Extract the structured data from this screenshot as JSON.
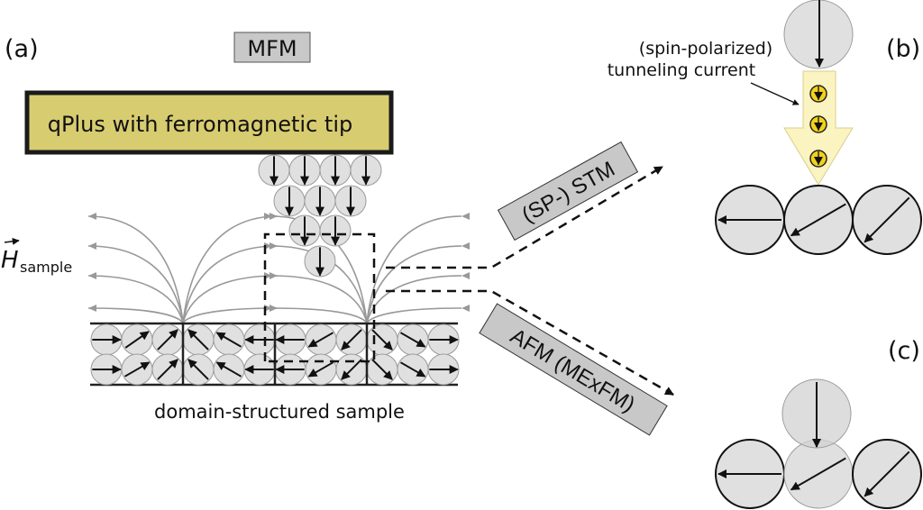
{
  "panels": {
    "a": "(a)",
    "b": "(b)",
    "c": "(c)"
  },
  "labels": {
    "mfm": "MFM",
    "cantilever": "qPlus with ferromagnetic tip",
    "field_symbol": "H",
    "field_subscript": "sample",
    "sample": "domain-structured sample",
    "stm": "(SP-) STM",
    "afm": "AFM (MExFM)",
    "current_line1": "(spin-polarized)",
    "current_line2": "tunneling current"
  },
  "colors": {
    "cantilever_fill": "#d8cc70",
    "label_box_fill": "#c8c8c8",
    "atom_fill": "#e0e0e0",
    "field_line": "#999999",
    "current_arrow_fill": "#fbf3c0",
    "electron_fill": "#f2d21a"
  },
  "sample_spins_deg": {
    "row1": [
      0,
      -35,
      -45,
      -135,
      -150,
      180,
      180,
      150,
      135,
      45,
      30,
      0
    ],
    "row2": [
      0,
      -30,
      -45,
      -135,
      -150,
      180,
      180,
      150,
      135,
      45,
      30,
      0
    ]
  },
  "stm_sample_spins_deg": [
    180,
    150,
    135
  ],
  "afm_sample_spins_deg": [
    180,
    150,
    135
  ]
}
